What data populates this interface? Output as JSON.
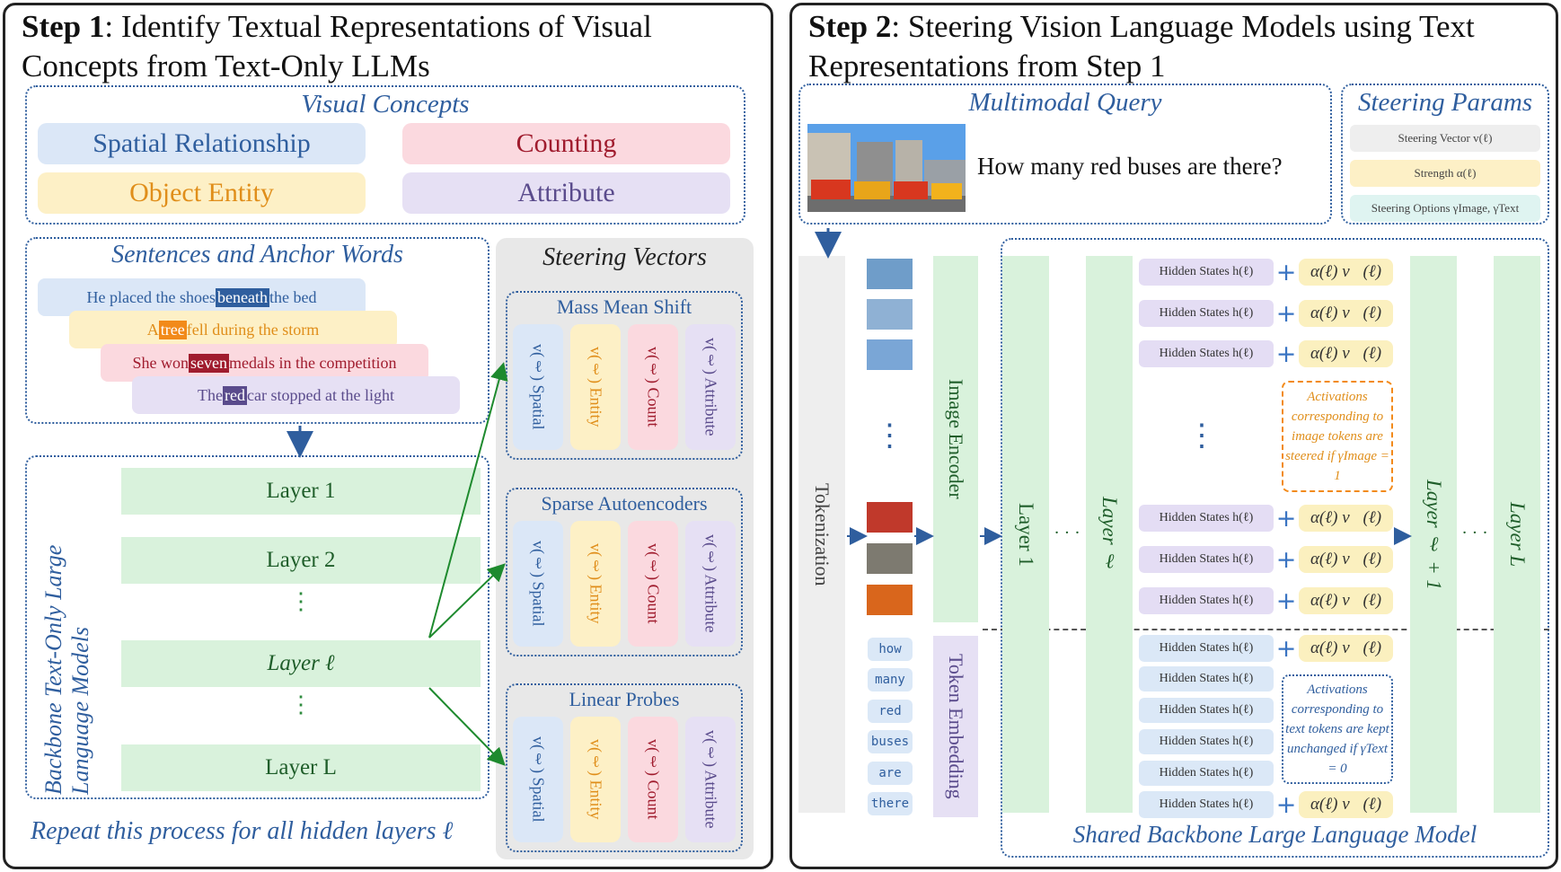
{
  "step1": {
    "title_bold": "Step 1",
    "title_rest": ": Identify Textual Representations of Visual Concepts from Text-Only LLMs",
    "visual_concepts": {
      "heading": "Visual Concepts",
      "items": [
        {
          "label": "Spatial Relationship",
          "bg": "#dbe7f7",
          "fg": "#2f5e9e"
        },
        {
          "label": "Counting",
          "bg": "#fbd9df",
          "fg": "#a01c2e"
        },
        {
          "label": "Object Entity",
          "bg": "#fdf0c6",
          "fg": "#e08e1a"
        },
        {
          "label": "Attribute",
          "bg": "#e6e0f4",
          "fg": "#5a4b8c"
        }
      ]
    },
    "sentences": {
      "heading": "Sentences and Anchor Words",
      "items": [
        {
          "pre": "He placed the shoes ",
          "anchor": "beneath",
          "post": " the bed",
          "bg": "#dbe7f7",
          "fg": "#2f5e9e",
          "anchor_bg": "#2f5e9e"
        },
        {
          "pre": "A ",
          "anchor": "tree",
          "post": " fell during the storm",
          "bg": "#fdf0c6",
          "fg": "#e08e1a",
          "anchor_bg": "#f28a1a"
        },
        {
          "pre": "She won ",
          "anchor": "seven",
          "post": " medals in the competition",
          "bg": "#fbd9df",
          "fg": "#a01c2e",
          "anchor_bg": "#a01c2e"
        },
        {
          "pre": "The ",
          "anchor": "red",
          "post": " car stopped at the light",
          "bg": "#e6e0f4",
          "fg": "#5a4b8c",
          "anchor_bg": "#5a4b8c"
        }
      ]
    },
    "backbone": {
      "label": "Backbone Text-Only Large Language Models",
      "layers": [
        "Layer 1",
        "Layer 2",
        "Layer ℓ",
        "Layer L"
      ],
      "vdots": "⋮"
    },
    "steering_vectors": {
      "heading": "Steering Vectors",
      "groups": [
        "Mass Mean Shift",
        "Sparse Autoencoders",
        "Linear Probes"
      ],
      "columns": [
        {
          "label": "v(ℓ) Spatial",
          "bg": "#dbe7f7",
          "fg": "#2f5e9e"
        },
        {
          "label": "v(ℓ) Entity",
          "bg": "#fdf0c6",
          "fg": "#e08e1a"
        },
        {
          "label": "v(ℓ) Count",
          "bg": "#fbd9df",
          "fg": "#a01c2e"
        },
        {
          "label": "v(ℓ) Attribute",
          "bg": "#e6e0f4",
          "fg": "#5a4b8c"
        }
      ]
    },
    "footer": "Repeat this process for all hidden layers ℓ"
  },
  "step2": {
    "title_bold": "Step 2",
    "title_rest": ": Steering Vision Language Models using Text Representations from Step 1",
    "query": {
      "heading": "Multimodal Query",
      "question": "How many red buses are there?"
    },
    "params": {
      "heading": "Steering Params",
      "items": [
        {
          "label": "Steering Vector v(ℓ)",
          "bg": "#eeeeee"
        },
        {
          "label": "Strength α(ℓ)",
          "bg": "#fdf0c6"
        },
        {
          "label": "Steering Options γImage, γText",
          "bg": "#dff4f1"
        }
      ]
    },
    "tokenization": "Tokenization",
    "image_encoder": "Image Encoder",
    "token_embedding": "Token Embedding",
    "tokens": [
      "how",
      "many",
      "red",
      "buses",
      "are",
      "there"
    ],
    "layers": [
      "Layer 1",
      "Layer ℓ",
      "Layer ℓ + 1",
      "Layer L"
    ],
    "hidden_state": "Hidden States h(ℓ)",
    "steer_term": "α(ℓ) v⃗(ℓ)",
    "image_note": "Activations corresponding to image tokens are steered if γImage = 1",
    "text_note": "Activations corresponding to text tokens are kept unchanged if γText = 0",
    "backbone_label": "Shared Backbone Large Language Model",
    "hdots": "· · ·",
    "vdots": "⋮"
  },
  "colors": {
    "accent_blue": "#2f5e9e",
    "arrow_green": "#1e8a2e",
    "layer_green": "#d9f2dc"
  }
}
